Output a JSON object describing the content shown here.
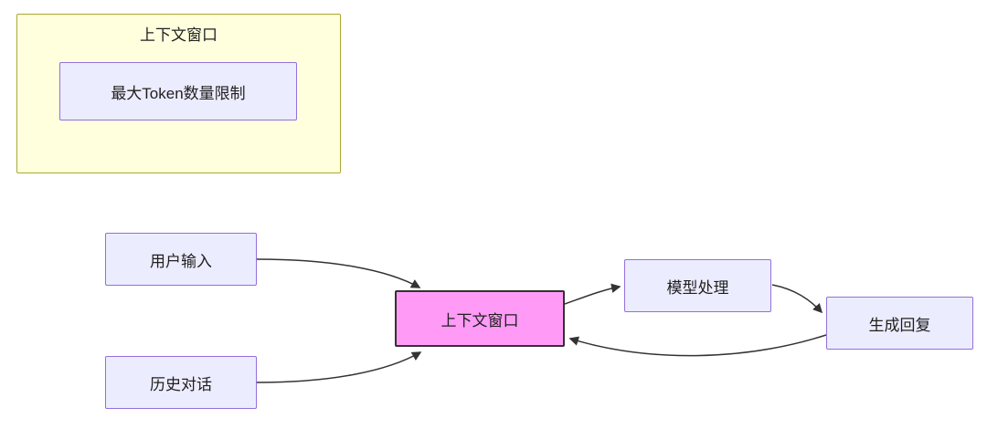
{
  "diagram": {
    "type": "flowchart",
    "subgraph": {
      "title": "上下文窗口",
      "token_limit_label": "最大Token数量限制"
    },
    "nodes": {
      "user_input": {
        "label": "用户输入"
      },
      "history_dialog": {
        "label": "历史对话"
      },
      "context_window": {
        "label": "上下文窗口"
      },
      "model_processing": {
        "label": "模型处理"
      },
      "generate_reply": {
        "label": "生成回复"
      }
    },
    "edges": [
      {
        "from": "用户输入",
        "to": "上下文窗口"
      },
      {
        "from": "历史对话",
        "to": "上下文窗口"
      },
      {
        "from": "上下文窗口",
        "to": "模型处理"
      },
      {
        "from": "模型处理",
        "to": "生成回复"
      },
      {
        "from": "生成回复",
        "to": "上下文窗口"
      }
    ],
    "colors": {
      "node_fill": "#ECECFF",
      "node_border": "#9370DB",
      "subgraph_fill": "#FFFFDE",
      "subgraph_border": "#AAAA33",
      "highlight_fill": "#FF9BF7",
      "highlight_border": "#333333",
      "edge": "#333333"
    }
  }
}
